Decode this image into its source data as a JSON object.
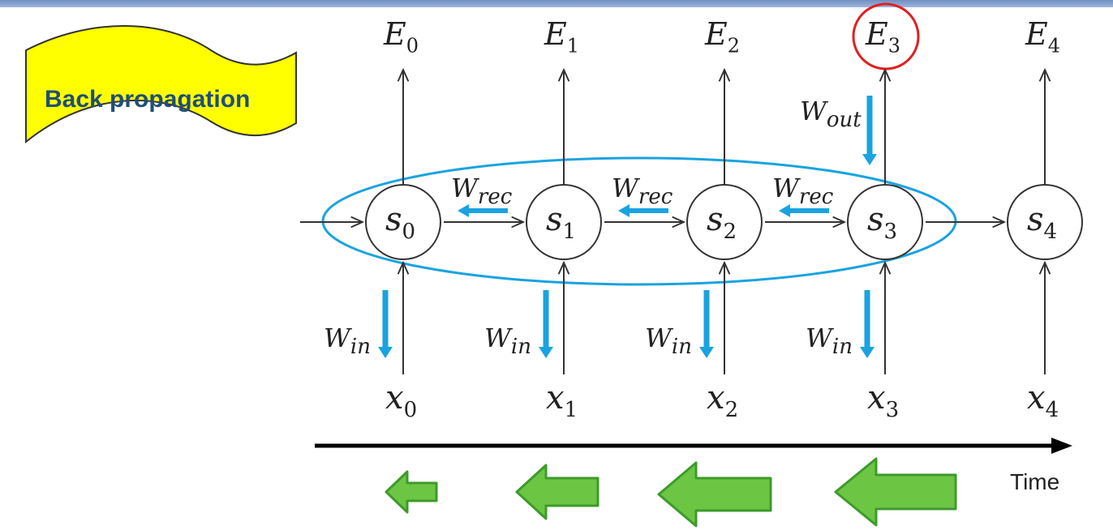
{
  "banner": {
    "text": "Back propagation"
  },
  "time_label": "Time",
  "timesteps": [
    {
      "E": "E",
      "E_sub": "0",
      "s": "s",
      "s_sub": "0",
      "x": "x",
      "x_sub": "0",
      "w_in": "W",
      "w_in_sub": "in"
    },
    {
      "E": "E",
      "E_sub": "1",
      "s": "s",
      "s_sub": "1",
      "x": "x",
      "x_sub": "1",
      "w_in": "W",
      "w_in_sub": "in"
    },
    {
      "E": "E",
      "E_sub": "2",
      "s": "s",
      "s_sub": "2",
      "x": "x",
      "x_sub": "2",
      "w_in": "W",
      "w_in_sub": "in"
    },
    {
      "E": "E",
      "E_sub": "3",
      "s": "s",
      "s_sub": "3",
      "x": "x",
      "x_sub": "3",
      "w_in": "W",
      "w_in_sub": "in"
    },
    {
      "E": "E",
      "E_sub": "4",
      "s": "s",
      "s_sub": "4",
      "x": "x",
      "x_sub": "4"
    }
  ],
  "recurrent_labels": [
    {
      "w": "W",
      "sub": "rec"
    },
    {
      "w": "W",
      "sub": "rec"
    },
    {
      "w": "W",
      "sub": "rec"
    }
  ],
  "output_weight": {
    "w": "W",
    "sub": "out"
  },
  "highlighted_error_index": 3,
  "colors": {
    "banner_fill": "#ffff00",
    "banner_text": "#1f4e79",
    "ellipse": "#1aa3e0",
    "gradient_arrow": "#1aa3e0",
    "highlight_circle": "#e02020",
    "green_arrow_fill": "#6cc644",
    "green_arrow_stroke": "#3e9a2a"
  }
}
